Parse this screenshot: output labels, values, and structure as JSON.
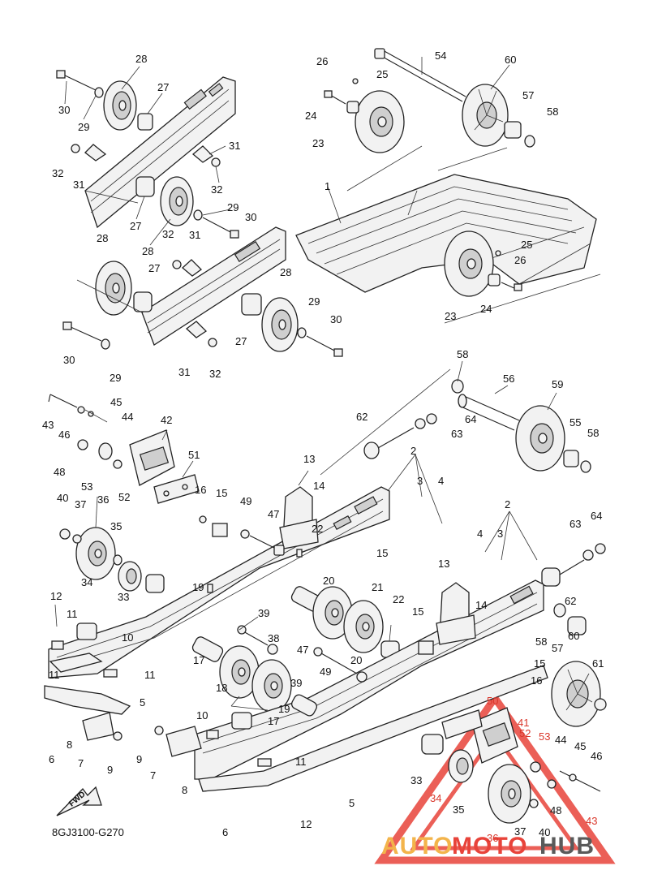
{
  "diagram_code": "8GJ3100-G270",
  "fwd_label": "FWD",
  "watermark": {
    "part1": "AUTO",
    "part2": "MOTO",
    "part3": "HUB"
  },
  "callouts": [
    "28",
    "30",
    "29",
    "27",
    "31",
    "32",
    "31",
    "32",
    "27",
    "28",
    "29",
    "30",
    "28",
    "32",
    "31",
    "27",
    "28",
    "29",
    "30",
    "27",
    "31",
    "32",
    "30",
    "29",
    "26",
    "25",
    "54",
    "60",
    "57",
    "58",
    "24",
    "23",
    "1",
    "25",
    "26",
    "23",
    "24",
    "58",
    "56",
    "59",
    "45",
    "44",
    "43",
    "46",
    "42",
    "62",
    "64",
    "63",
    "55",
    "58",
    "48",
    "53",
    "52",
    "51",
    "16",
    "15",
    "49",
    "47",
    "13",
    "14",
    "2",
    "3",
    "4",
    "40",
    "37",
    "36",
    "35",
    "34",
    "33",
    "19",
    "22",
    "15",
    "21",
    "20",
    "2",
    "4",
    "3",
    "63",
    "64",
    "62",
    "13",
    "14",
    "12",
    "11",
    "10",
    "39",
    "38",
    "22",
    "15",
    "58",
    "57",
    "60",
    "17",
    "18",
    "19",
    "47",
    "49",
    "20",
    "61",
    "15",
    "16",
    "11",
    "11",
    "50",
    "41",
    "39",
    "17",
    "10",
    "5",
    "52",
    "53",
    "44",
    "45",
    "46",
    "6",
    "8",
    "7",
    "9",
    "9",
    "7",
    "11",
    "8",
    "33",
    "34",
    "35",
    "48",
    "43",
    "36",
    "37",
    "40",
    "5",
    "12",
    "6"
  ],
  "red_callouts": [
    "50",
    "41",
    "52",
    "53",
    "34",
    "43",
    "36"
  ]
}
